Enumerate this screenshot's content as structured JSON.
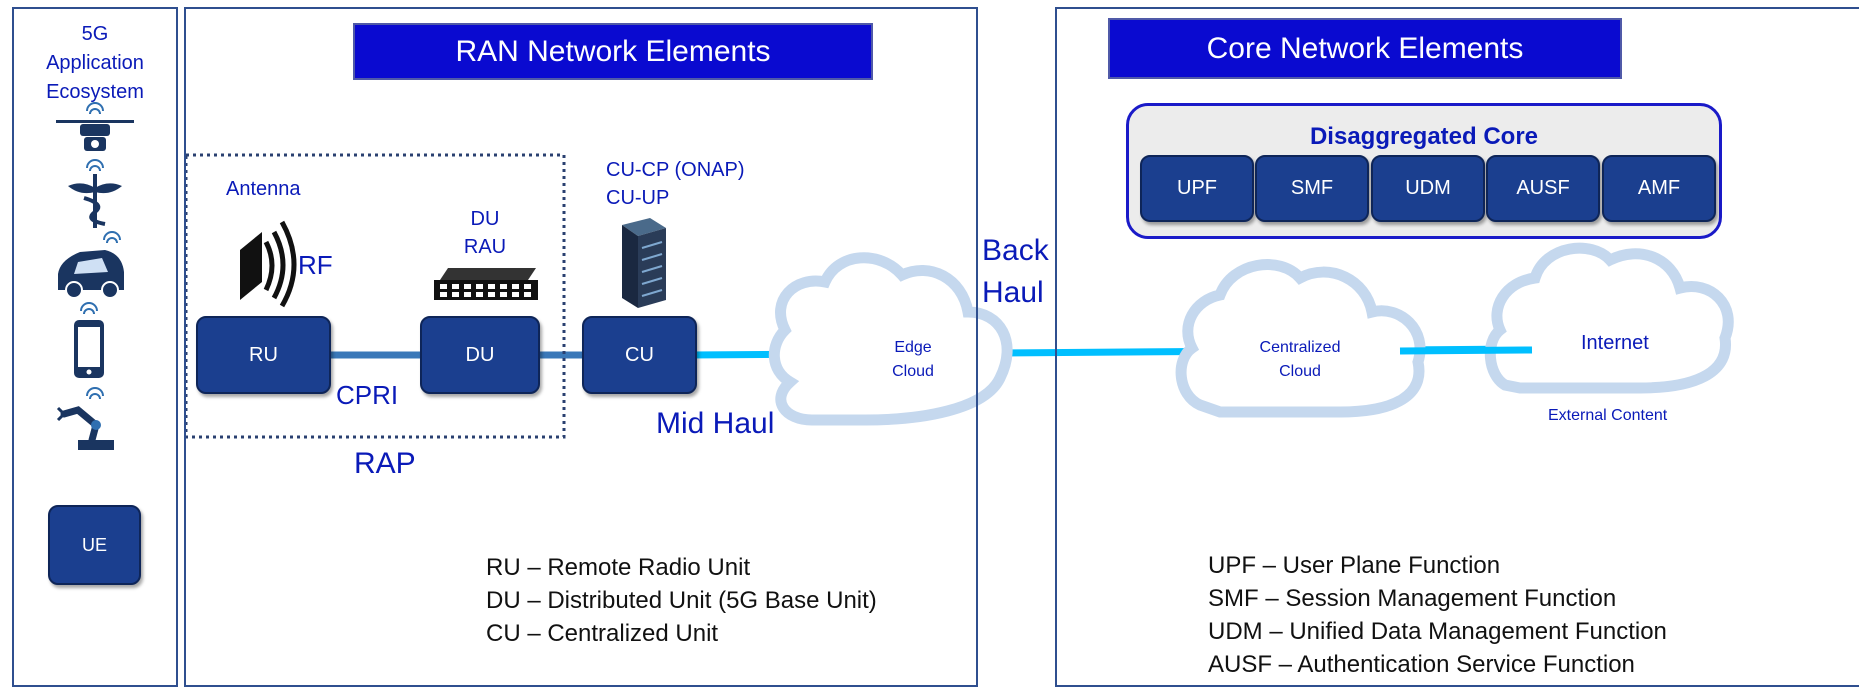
{
  "ecosystem": {
    "title_lines": [
      "5G",
      "Application",
      "Ecosystem"
    ],
    "devices": [
      "drone-icon",
      "medical-caduceus-icon",
      "connected-car-icon",
      "smartphone-icon",
      "robot-arm-icon"
    ],
    "ue_label": "UE"
  },
  "ran": {
    "banner": "RAN Network Elements",
    "antenna_label": "Antenna",
    "rf_label": "RF",
    "du_rau_lines": [
      "DU",
      "RAU"
    ],
    "cu_lines": [
      "CU-CP (ONAP)",
      "CU-UP"
    ],
    "blocks": {
      "ru": "RU",
      "du": "DU",
      "cu": "CU"
    },
    "cpri_label": "CPRI",
    "rap_label": "RAP",
    "midhaul_label": "Mid Haul",
    "legend": [
      "RU – Remote Radio Unit",
      "DU – Distributed Unit (5G Base Unit)",
      "CU – Centralized Unit"
    ]
  },
  "network": {
    "backhaul_lines": [
      "Back",
      "Haul"
    ],
    "edge_cloud_lines": [
      "Edge",
      "Cloud"
    ],
    "central_cloud_lines": [
      "Centralized",
      "Cloud"
    ],
    "internet_label": "Internet",
    "external_content_label": "External Content"
  },
  "core": {
    "banner": "Core Network Elements",
    "group_title": "Disaggregated Core",
    "functions": [
      "UPF",
      "SMF",
      "UDM",
      "AUSF",
      "AMF"
    ],
    "legend": [
      "UPF – User Plane Function",
      "SMF – Session Management Function",
      "UDM – Unified Data Management Function",
      "AUSF – Authentication Service Function"
    ]
  },
  "colors": {
    "banner": "#0a0ad0",
    "block": "#1b3f8f",
    "panel_border": "#2f4f8f",
    "label_text": "#0a1ab8",
    "fronthaul_line": "#3a78b8",
    "haul_line": "#00bfff",
    "cloud": "#c5d8ee"
  }
}
